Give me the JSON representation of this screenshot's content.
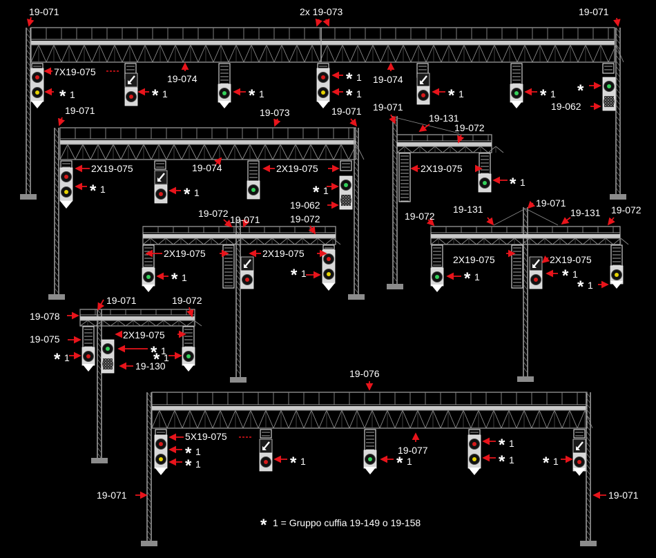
{
  "codes": {
    "mast": "19-071",
    "gantry_wide_2x": "2x 19-073",
    "gantry_mid": "19-073",
    "signal_7x": "7X19-075",
    "signal_2x": "2X19-075",
    "signal_5x": "5X19-075",
    "walkway": "19-074",
    "head_062": "19-062",
    "bridge_072": "19-072",
    "bracket_131": "19-131",
    "head_078": "19-078",
    "single_075": "19-075",
    "head_130": "19-130",
    "gantry_076": "19-076",
    "walkway_077": "19-077"
  },
  "note_star": "*",
  "note_one": "1",
  "legend": {
    "star": "*",
    "text": "1 = Gruppo cuffia 19-149 o 19-158"
  },
  "colors": {
    "arrow": "#e8141b",
    "steel": "#9a9a9a",
    "steel_light": "#c8c8c8",
    "text": "#ffffff"
  }
}
